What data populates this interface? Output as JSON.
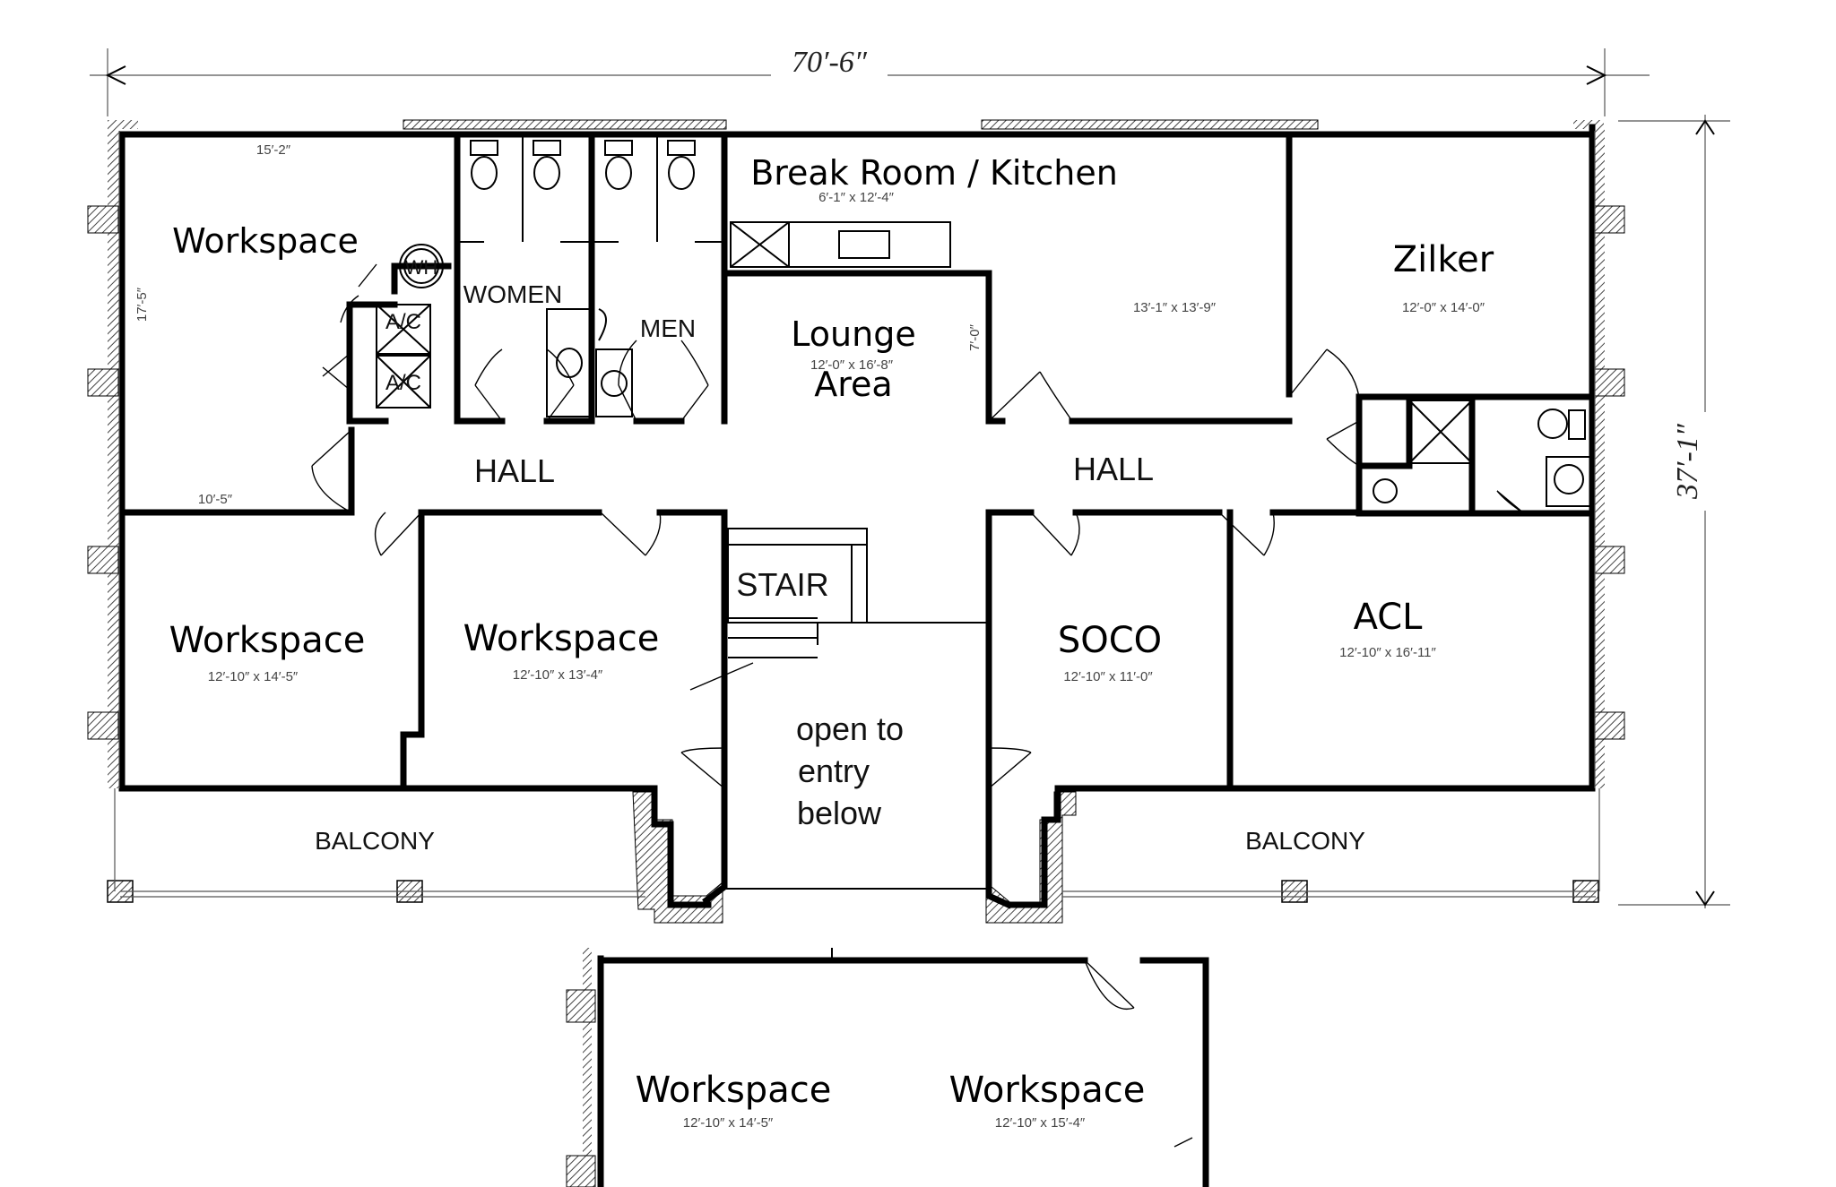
{
  "dimensions": {
    "overall_width": "70′-6″",
    "overall_depth": "37′-1″"
  },
  "rooms": {
    "workspace_nw": {
      "label": "Workspace",
      "dim": "15′-2″"
    },
    "break_room": {
      "label": "Break Room / Kitchen",
      "dim": "6′-1″ x 12′-4″"
    },
    "kitchen_dim": "13′-1″ x 13′-9″",
    "zilker": {
      "label": "Zilker",
      "dim": "12′-0″ x 14′-0″"
    },
    "lounge": {
      "line1": "Lounge",
      "line2": "Area",
      "dim": "12′-0″ x 16′-8″"
    },
    "women": "WOMEN",
    "men": "MEN",
    "wh": "WH",
    "ac1": "A/C",
    "ac2": "A/C",
    "hall_west": "HALL",
    "hall_east": "HALL",
    "stair": "STAIR",
    "workspace_sw": {
      "label": "Workspace",
      "dim": "12′-10″ x 14′-5″"
    },
    "workspace_sc": {
      "label": "Workspace",
      "dim": "12′-10″ x 13′-4″"
    },
    "soco": {
      "label": "SOCO",
      "dim": "12′-10″ x 11′-0″"
    },
    "acl": {
      "label": "ACL",
      "dim": "12′-10″ x 16′-11″"
    },
    "open_entry": {
      "line1": "open to",
      "line2": "entry",
      "line3": "below"
    },
    "balcony_west": "BALCONY",
    "balcony_east": "BALCONY",
    "lower_workspace_left": {
      "label": "Workspace",
      "dim": "12′-10″ x 14′-5″"
    },
    "lower_workspace_right": {
      "label": "Workspace",
      "dim": "12′-10″ x 15′-4″"
    }
  },
  "side_dims": {
    "west_room_depth": "17′-5″",
    "hall_west_len": "10′-5″",
    "lounge_side": "7′-0″"
  }
}
